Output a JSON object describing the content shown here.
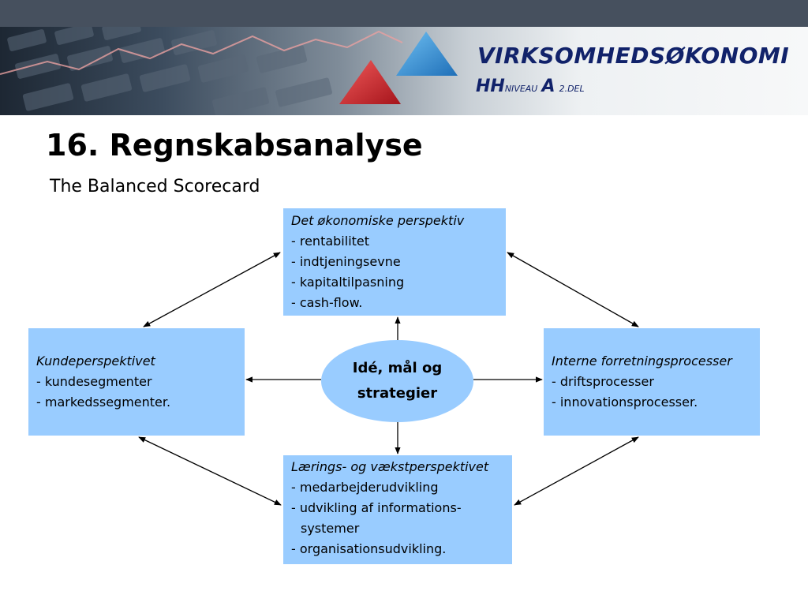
{
  "header": {
    "title_main": "VIRKSOMHEDS",
    "title_accent": "ØKONOMI",
    "sub_hh": "HH",
    "sub_niveau": "NIVEAU",
    "sub_a": "A",
    "sub_del": "2.DEL"
  },
  "page": {
    "title": "16. Regnskabsanalyse",
    "subtitle": "The Balanced Scorecard"
  },
  "diagram": {
    "center": "Idé, mål og strategier",
    "top": {
      "heading": "Det økonomiske perspektiv",
      "items": [
        "- rentabilitet",
        "- indtjeningsevne",
        "- kapitaltilpasning",
        "- cash-flow."
      ]
    },
    "left": {
      "heading": "Kundeperspektivet",
      "items": [
        "- kundesegmenter",
        "- markedssegmenter."
      ]
    },
    "right": {
      "heading": "Interne forretningsprocesser",
      "items": [
        "- driftsprocesser",
        "- innovationsprocesser."
      ]
    },
    "bottom": {
      "heading": "Lærings- og vækstperspektivet",
      "items": [
        "- medarbejderudvikling",
        "- udvikling af informations-",
        "systemer",
        "- organisationsudvikling."
      ]
    }
  },
  "colors": {
    "box_fill": "#99ccff",
    "title_blue": "#11226a",
    "triangle_blue": "#2f8fd8",
    "triangle_red": "#d8262e"
  }
}
